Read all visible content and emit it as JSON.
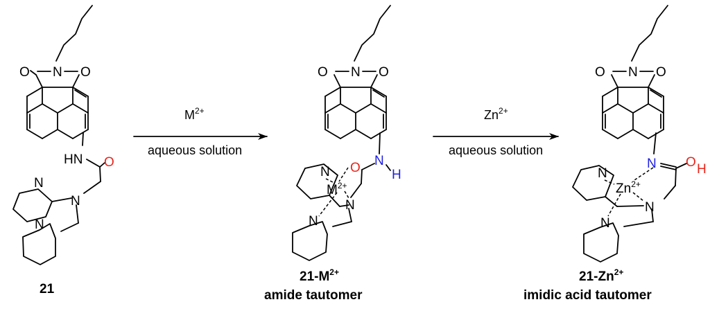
{
  "colors": {
    "bond": "#000000",
    "oxygen_highlight": "#e8261d",
    "nitrogen_highlight": "#1f1fe0"
  },
  "atoms": {
    "O": "O",
    "N": "N",
    "HN": "HN",
    "H": "H",
    "M": "M",
    "Zn": "Zn",
    "charge": "2+"
  },
  "reactions": [
    {
      "reagent": "M",
      "reagent_charge": "2+",
      "condition": "aqueous solution"
    },
    {
      "reagent": "Zn",
      "reagent_charge": "2+",
      "condition": "aqueous solution"
    }
  ],
  "compounds": [
    {
      "label": "21",
      "label_charge": "",
      "description": ""
    },
    {
      "label": "21-M",
      "label_charge": "2+",
      "description": "amide tautomer"
    },
    {
      "label": "21-Zn",
      "label_charge": "2+",
      "description": "imidic acid tautomer"
    }
  ]
}
